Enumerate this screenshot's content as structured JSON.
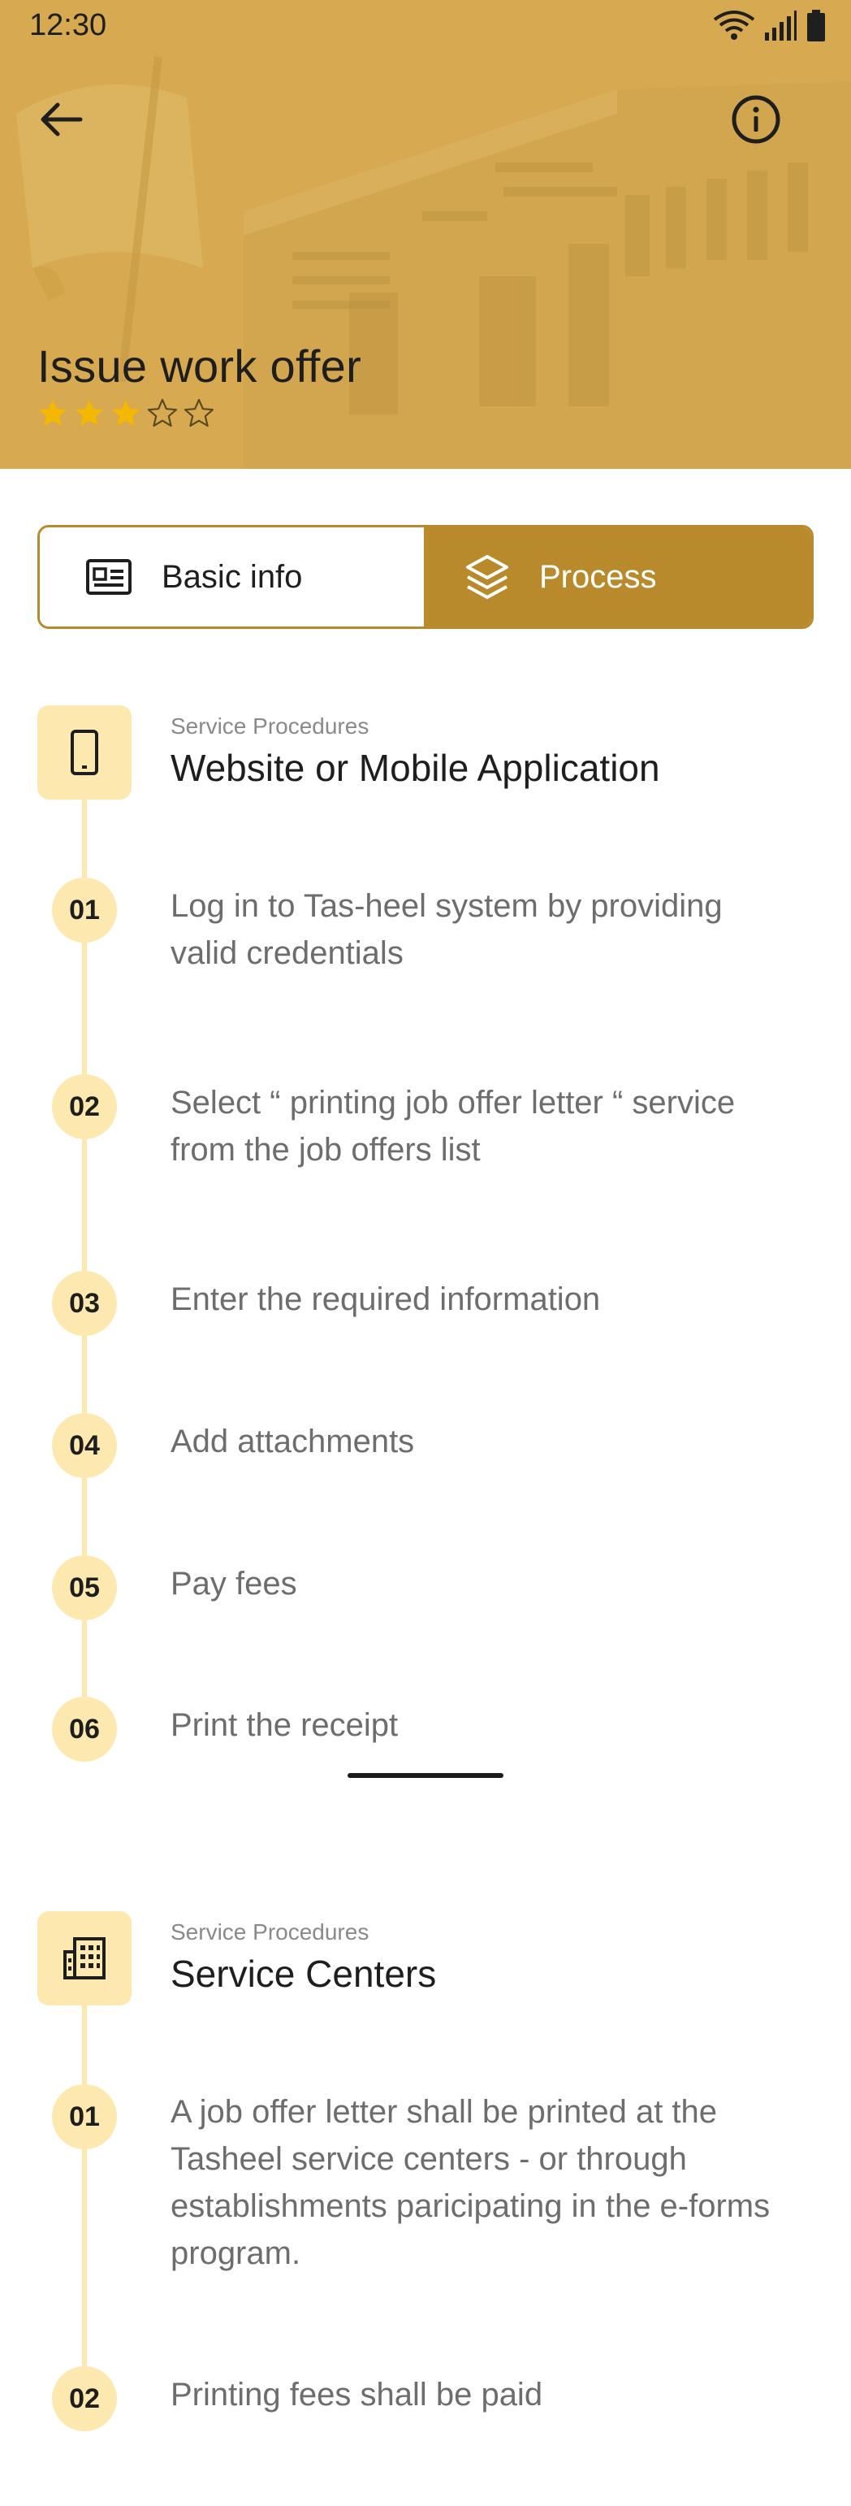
{
  "status_bar": {
    "time": "12:30"
  },
  "header": {
    "title": "Issue work offer",
    "rating": {
      "value": 3,
      "max": 5
    },
    "back_icon": "arrow-left-icon",
    "info_icon": "info-circle-icon"
  },
  "tabs": [
    {
      "label": "Basic info",
      "icon": "id-card-icon",
      "active": false
    },
    {
      "label": "Process",
      "icon": "layers-icon",
      "active": true
    }
  ],
  "colors": {
    "hero": "#d6a94f",
    "accent": "#b98a2c",
    "timeline": "#fde9b0",
    "star": "#f5b800"
  },
  "sections": [
    {
      "kicker": "Service Procedures",
      "title": "Website or Mobile Application",
      "icon": "smartphone-icon",
      "steps": [
        {
          "num": "01",
          "text": "Log in to Tas-heel system by providing valid credentials"
        },
        {
          "num": "02",
          "text": "Select “ printing job offer letter “ service from the job offers list"
        },
        {
          "num": "03",
          "text": "Enter the required information"
        },
        {
          "num": "04",
          "text": "Add attachments"
        },
        {
          "num": "05",
          "text": "Pay fees"
        },
        {
          "num": "06",
          "text": "Print the receipt"
        }
      ]
    },
    {
      "kicker": "Service Procedures",
      "title": "Service Centers",
      "icon": "building-icon",
      "steps": [
        {
          "num": "01",
          "text": "A job offer letter shall be printed at the Tasheel service centers - or through establishments paricipating in the e-forms program."
        },
        {
          "num": "02",
          "text": "Printing fees shall be paid"
        }
      ]
    }
  ]
}
